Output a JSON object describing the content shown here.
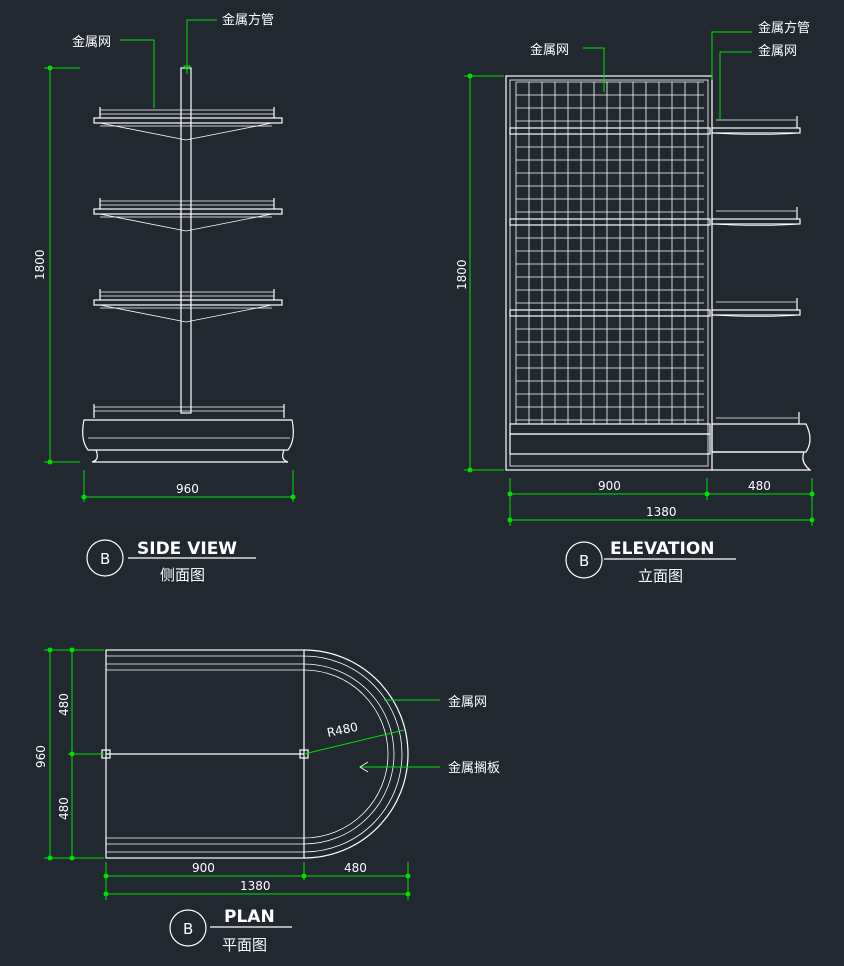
{
  "colors": {
    "background": "#212830",
    "drawing": "#ffffff",
    "dimension": "#00e000"
  },
  "side_view": {
    "label_mesh": "金属网",
    "label_tube": "金属方管",
    "dim_height": "1800",
    "dim_width": "960",
    "badge": "B",
    "title": "SIDE VIEW",
    "subtitle": "侧面图"
  },
  "elevation": {
    "label_tube": "金属方管",
    "label_mesh_right": "金属网",
    "label_mesh": "金属网",
    "dim_height": "1800",
    "dim_900": "900",
    "dim_480": "480",
    "dim_1380": "1380",
    "badge": "B",
    "title": "ELEVATION",
    "subtitle": "立面图"
  },
  "plan": {
    "label_mesh": "金属网",
    "label_shelf": "金属搁板",
    "radius": "R480",
    "dim_960": "960",
    "dim_480_top": "480",
    "dim_480_bottom": "480",
    "dim_900": "900",
    "dim_480": "480",
    "dim_1380": "1380",
    "badge": "B",
    "title": "PLAN",
    "subtitle": "平面图"
  }
}
